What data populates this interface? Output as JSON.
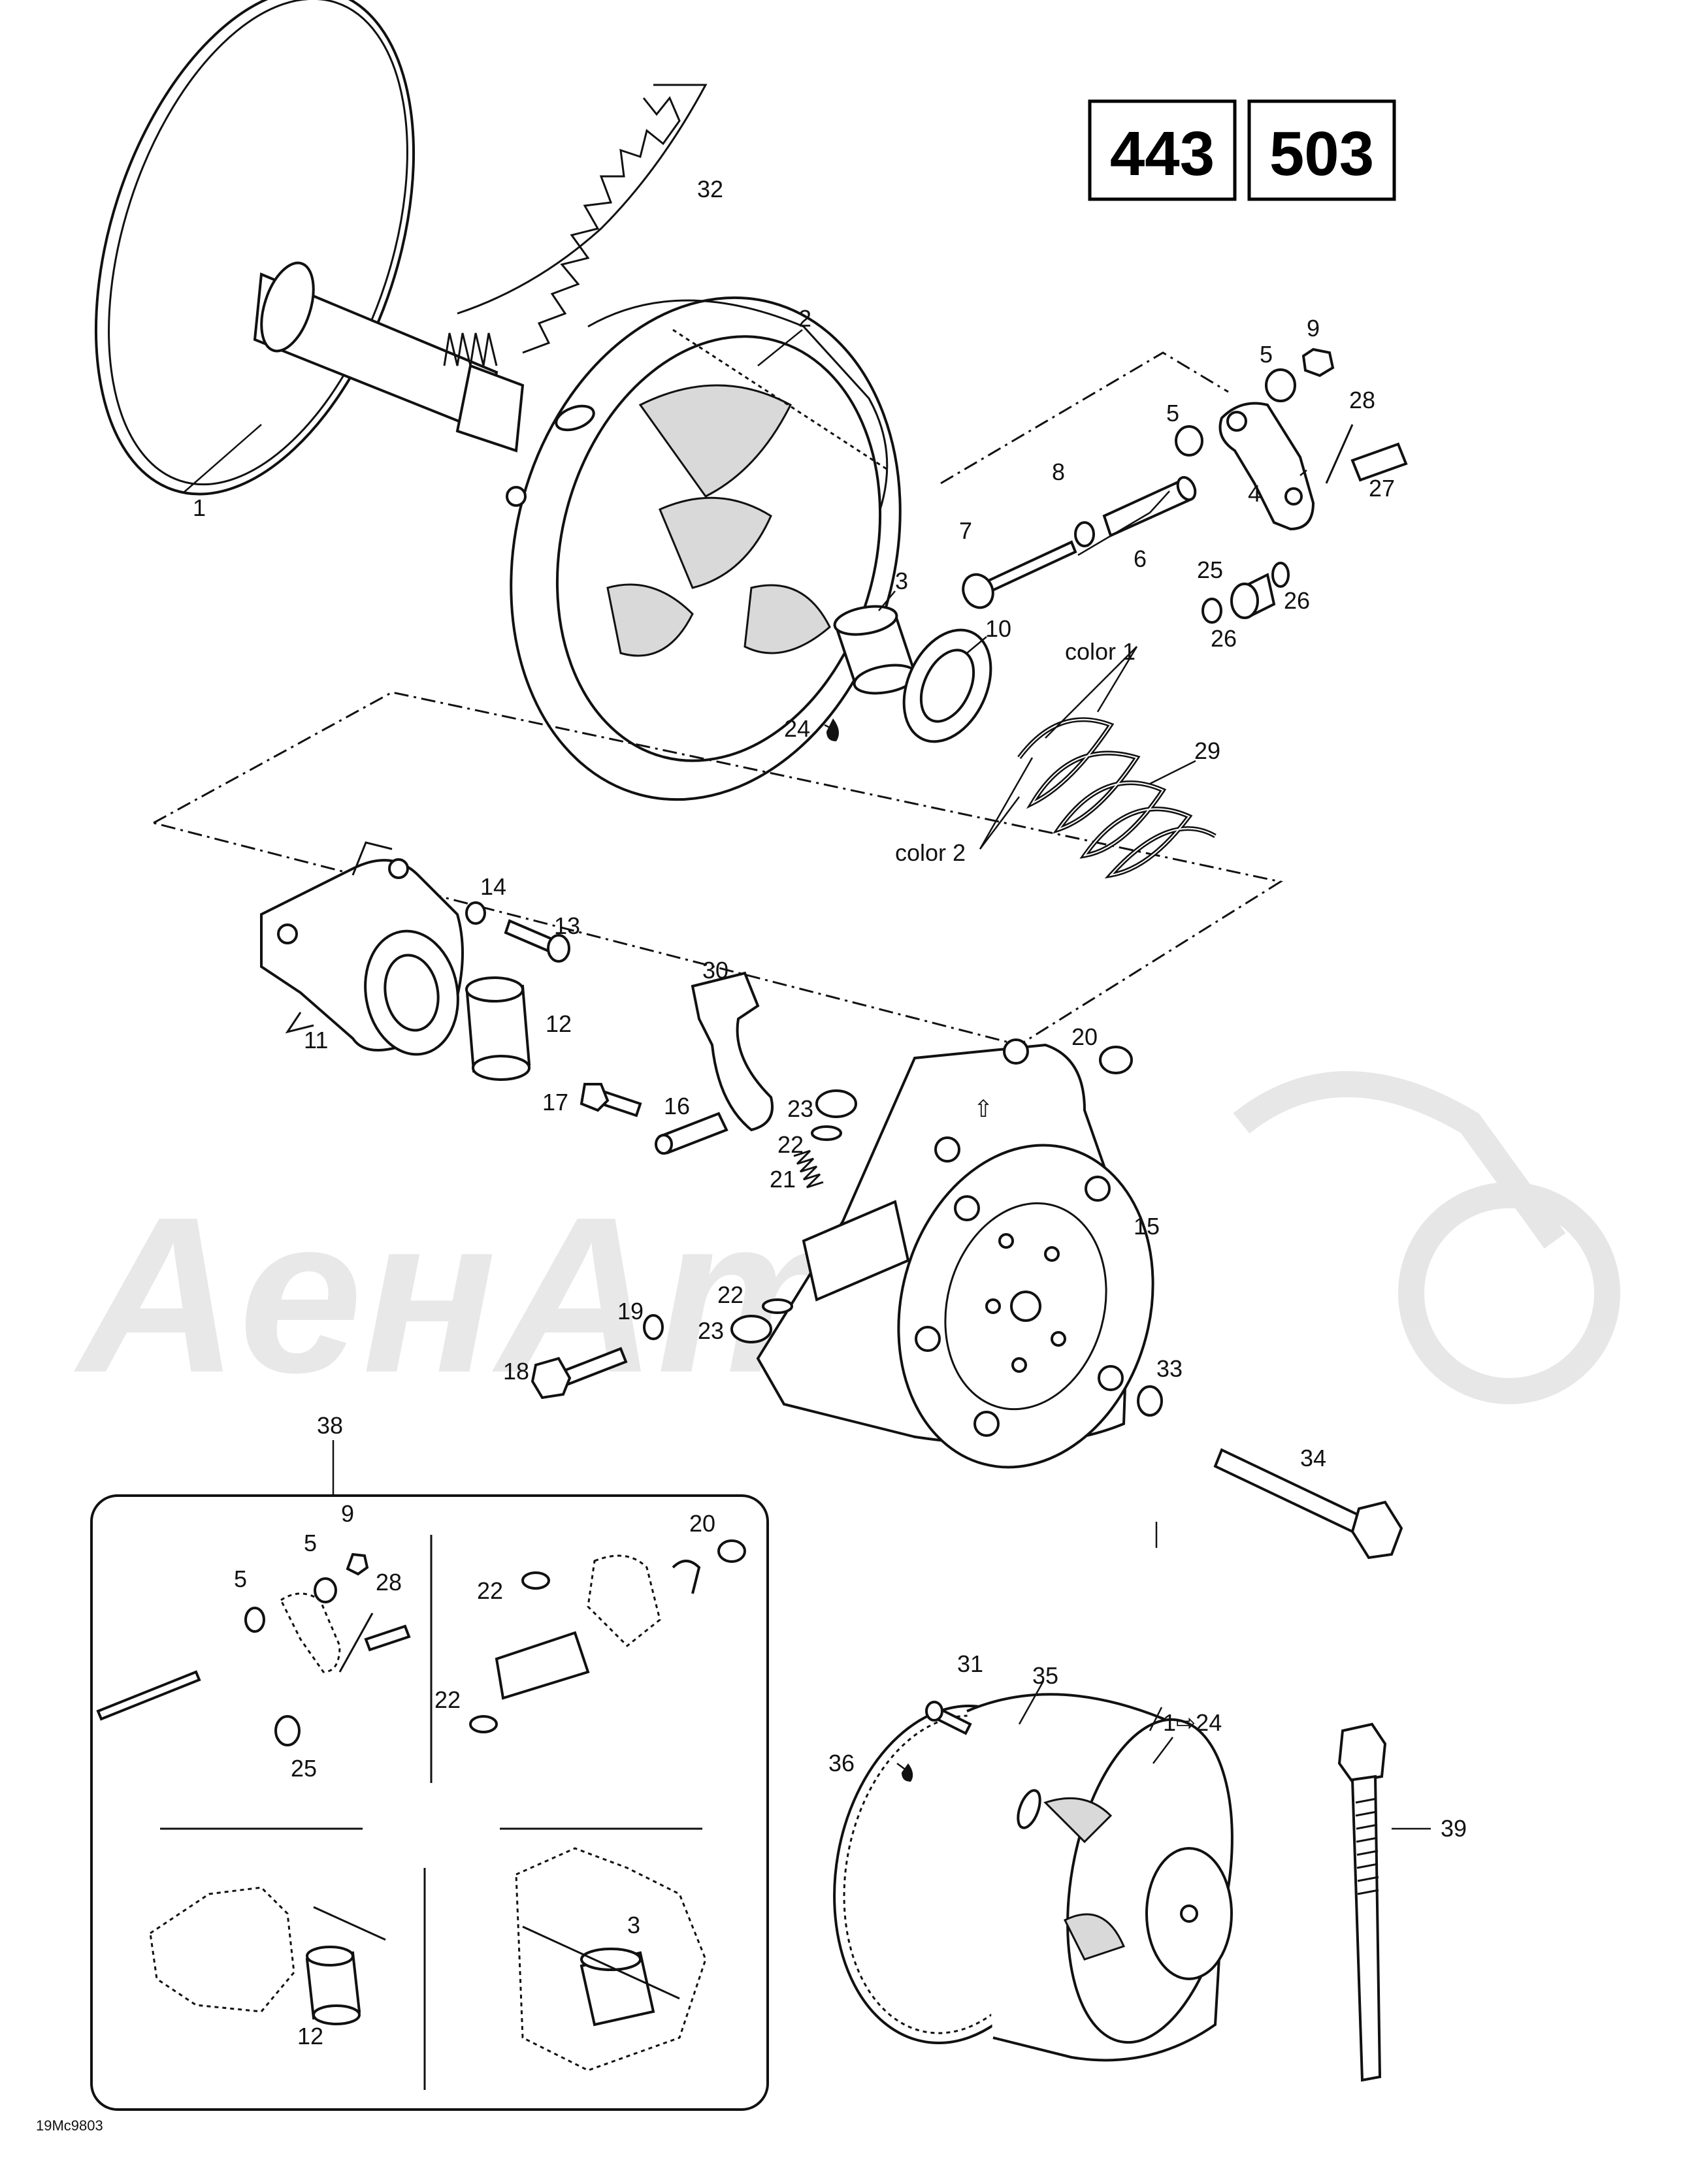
{
  "model_boxes": [
    "443",
    "503"
  ],
  "watermark": "AeнAmo",
  "drawing_code": "19Mc9803",
  "part_labels": {
    "p1": "1",
    "p2": "2",
    "p3": "3",
    "p4": "4",
    "p5a": "5",
    "p5b": "5",
    "p6": "6",
    "p7": "7",
    "p8": "8",
    "p9": "9",
    "p10": "10",
    "p11": "11",
    "p12": "12",
    "p13": "13",
    "p14": "14",
    "p15": "15",
    "p16": "16",
    "p17": "17",
    "p18": "18",
    "p19": "19",
    "p20": "20",
    "p21": "21",
    "p22a": "22",
    "p22b": "22",
    "p23a": "23",
    "p23b": "23",
    "p24": "24",
    "p25": "25",
    "p26a": "26",
    "p26b": "26",
    "p27": "27",
    "p28": "28",
    "p29": "29",
    "p30": "30",
    "p31": "31",
    "p32": "32",
    "p33": "33",
    "p34": "34",
    "p35": "35",
    "p36": "36",
    "p38": "38",
    "p39": "39",
    "color1": "color 1",
    "color2": "color 2",
    "range": "1⇨24"
  },
  "kit_labels": {
    "k5a": "5",
    "k5b": "5",
    "k9": "9",
    "k28": "28",
    "k25": "25",
    "k20": "20",
    "k22a": "22",
    "k22b": "22",
    "k12": "12",
    "k3": "3"
  }
}
